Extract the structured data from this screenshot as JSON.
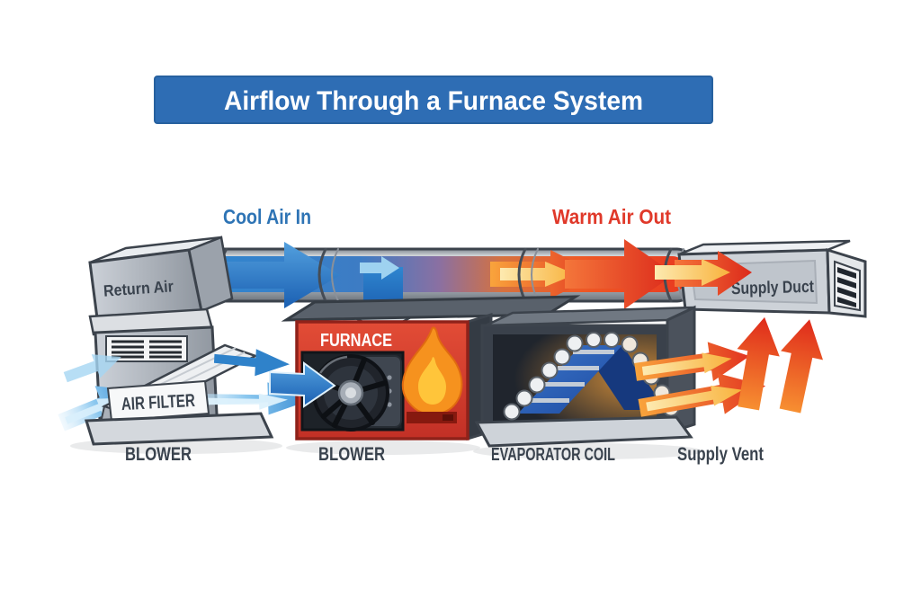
{
  "title": "Airflow Through a Furnace System",
  "flow_labels": {
    "cool_air_in": "Cool Air In",
    "warm_air_out": "Warm Air Out"
  },
  "component_labels": {
    "return_air": "Return Air",
    "air_filter": "AIR FILTER",
    "furnace": "FURNACE",
    "supply_duct": "Supply Duct"
  },
  "caption_labels": {
    "blower_left": "BLOWER",
    "blower_center": "BLOWER",
    "evaporator_coil": "EVAPORATOR COIL",
    "supply_vent": "Supply Vent"
  },
  "icons": {
    "blower_fan": "blower-fan-icon",
    "flame": "flame-icon",
    "return_vent_grille": "return-vent-grille-icon",
    "supply_vent_grille": "supply-vent-grille-icon"
  },
  "colors": {
    "banner_blue": "#2e6db4",
    "cool_air_blue": "#2e74b5",
    "warm_air_red": "#e0392a",
    "furnace_red": "#d63b2d",
    "coil_blue": "#2a5cb4",
    "duct_gray": "#c6cbd1",
    "label_dark": "#3a434e",
    "flame_orange": "#f6921e",
    "flame_yellow": "#ffc53a"
  }
}
